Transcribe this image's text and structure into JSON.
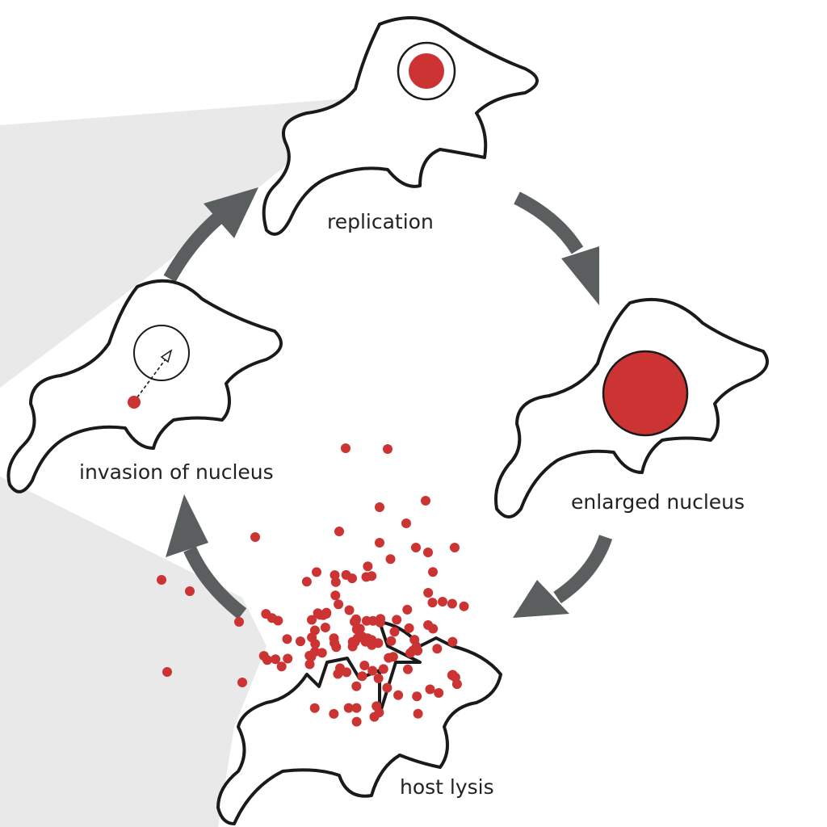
{
  "title": "Parasite life cycle in host cell",
  "stages": [
    {
      "id": "replication",
      "label": "replication"
    },
    {
      "id": "enlarged-nucleus",
      "label": "enlarged nucleus"
    },
    {
      "id": "host-lysis",
      "label": "host lysis"
    },
    {
      "id": "invasion-of-nucleus",
      "label": "invasion of nucleus"
    }
  ],
  "colors": {
    "parasite": "#cc3333",
    "arrow": "#5a5e5e",
    "outline": "#1a1a1a",
    "shade": "#e9e9e9"
  }
}
